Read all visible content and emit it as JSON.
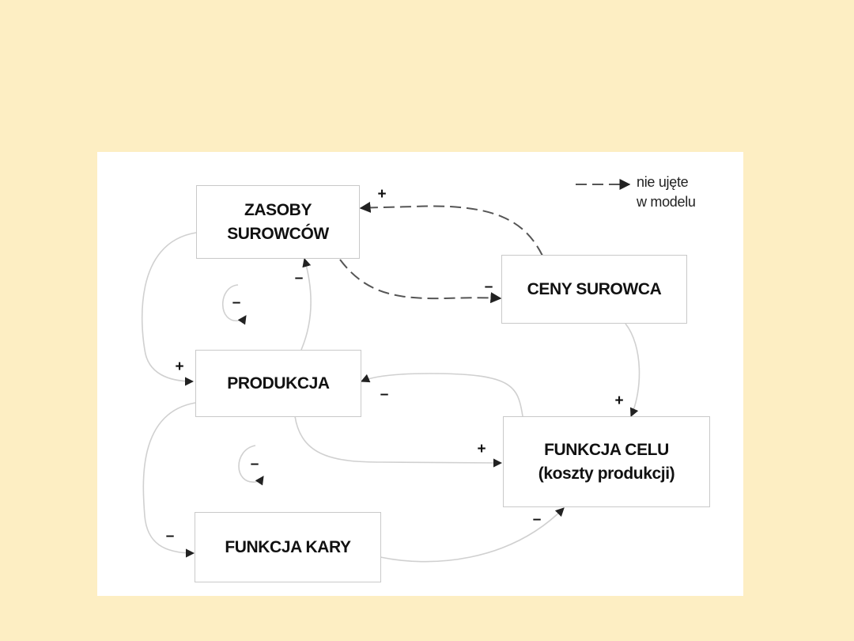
{
  "nodes": {
    "zasoby": {
      "line1": "ZASOBY",
      "line2": "SUROWCÓW"
    },
    "ceny": {
      "label": "CENY SUROWCA"
    },
    "produkcja": {
      "label": "PRODUKCJA"
    },
    "funkcja_celu": {
      "line1": "FUNKCJA CELU",
      "line2": "(koszty produkcji)"
    },
    "funkcja_kary": {
      "label": "FUNKCJA KARY"
    }
  },
  "signs": {
    "ceny_to_zasoby": "+",
    "zasoby_to_ceny": "–",
    "produkcja_to_zasoby": "–",
    "loop_zasoby": "–",
    "zasoby_to_produkcja": "+",
    "funkcja_celu_to_produkcja": "–",
    "ceny_to_funkcja_celu": "+",
    "produkcja_to_funkcja_celu": "+",
    "loop_produkcja": "–",
    "produkcja_to_funkcja_kary": "–",
    "funkcja_kary_to_funkcja_celu": "–"
  },
  "legend": {
    "line1": "nie ujęte",
    "line2": "w modelu"
  },
  "colors": {
    "background": "#fdeec3",
    "panel": "#ffffff",
    "solid_link": "#d0d0d0",
    "dashed_link": "#555555",
    "box_border": "#c9c9c9"
  }
}
